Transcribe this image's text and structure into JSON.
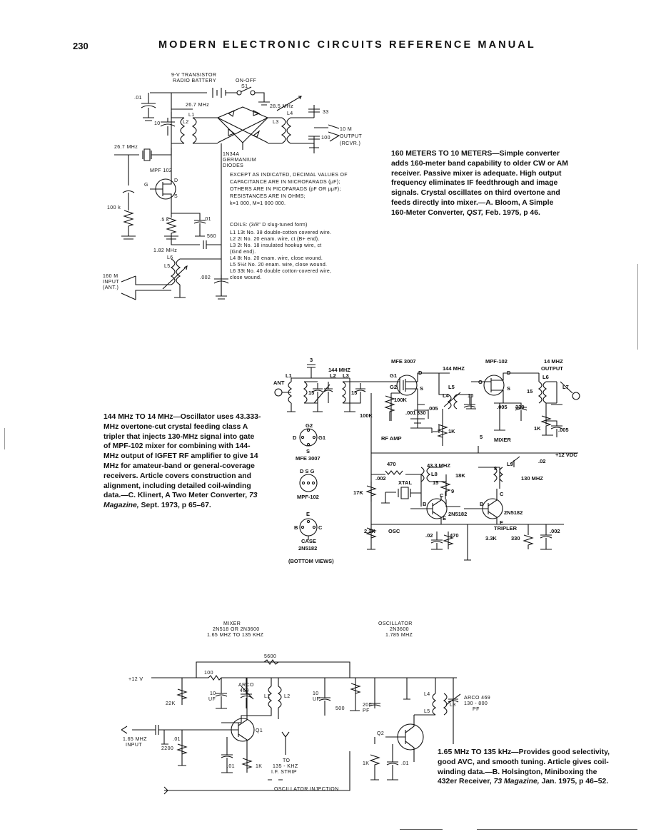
{
  "header": {
    "page_number": "230",
    "book_title": "MODERN ELECTRONIC CIRCUITS REFERENCE MANUAL"
  },
  "captions": {
    "c1": {
      "lead": "160 METERS TO 10 METERS—",
      "body": "Simple converter adds 160-meter band capability to older CW or AM receiver. Passive mixer is adequate. High output frequency eliminates IF feedthrough and image signals. Crystal oscillates on third overtone and feeds directly into mixer.—A. Bloom, A Simple 160-Meter Converter, ",
      "pub": "QST,",
      "tail": " Feb. 1975, p 46."
    },
    "c2": {
      "lead": "144 MHz TO 14 MHz—",
      "body": "Oscillator uses 43.333-MHz overtone-cut crystal feeding class A tripler that injects 130-MHz signal into gate of MPF-102 mixer for combining with 144-MHz output of IGFET RF amplifier to give 14 MHz for amateur-band or general-coverage receivers. Article covers construction and alignment, including detailed coil-winding data.—C. Klinert, A Two Meter Converter, ",
      "pub": "73 Magazine,",
      "tail": " Sept. 1973, p 65–67."
    },
    "c3": {
      "lead": "1.65 MHz TO 135 kHz—",
      "body": "Provides good selectivity, good AVC, and smooth tuning. Article gives coil-winding data.—B. Holsington, Miniboxing the 432er Receiver, ",
      "pub": "73 Magazine,",
      "tail": " Jan. 1975, p 46–52."
    }
  },
  "circuit1": {
    "battery": "9-V TRANSISTOR",
    "battery2": "RADIO BATTERY",
    "switch": "ON-OFF",
    "switch_ref": "S1",
    "f1": "26.7 MHz",
    "f2": "28.5 MHz",
    "f3": "26.7 MHz",
    "f4": "1.82 MHz",
    "c01": ".01",
    "c10": "10",
    "c33": "33",
    "c100": "100",
    "c01b": ".01",
    "c560": "560",
    "c002": ".002",
    "r100k": "100 k",
    "r5k": ".5 k",
    "l1": "L1",
    "l2": "L2",
    "l3": "L3",
    "l4": "L4",
    "l5": "L5",
    "l6": "L6",
    "fet": "MPF 102",
    "g": "G",
    "d": "D",
    "s": "S",
    "out1": "10 M",
    "out2": "OUTPUT",
    "out3": "(RCVR.)",
    "diodes1": "1N34A",
    "diodes2": "GERMANIUM",
    "diodes3": "DIODES",
    "in1": "160 M",
    "in2": "INPUT",
    "in3": "(ANT.)",
    "notes": [
      "EXCEPT AS INDICATED, DECIMAL VALUES OF",
      "CAPACITANCE ARE IN MICROFARADS (μF);",
      "OTHERS ARE IN PICOFARADS (pF OR μμF);",
      "RESISTANCES ARE IN OHMS;",
      "k=1 000, M=1 000 000."
    ],
    "coils_title": "COILS: (3/8\" D slug-tuned form)",
    "coils": [
      "L1  13t No. 38 double-cotton covered wire.",
      "L2   2t No. 20 enam. wire, ct (B+ end).",
      "L3   2t No. 18 insulated hookup wire, ct",
      "       (Gnd end).",
      "L4   8t No. 20 enam. wire, close wound.",
      "L5  5½t No. 20 enam. wire, close wound.",
      "L6  33t No. 40 double cotton-covered wire,",
      "       close wound."
    ]
  },
  "circuit2": {
    "ant": "ANT",
    "c3": "3",
    "f144": "144 MHZ",
    "f144b": "144 MHZ",
    "l1": "L1",
    "l2": "L2",
    "l3": "L3",
    "c15a": "15",
    "c15b": "15",
    "mfe": "MFE 3007",
    "mpf": "MPF-102",
    "g1": "G1",
    "g2": "G2",
    "d": "D",
    "s": "S",
    "l4": "L4",
    "l5": "L5",
    "c10": "10",
    "r100k": "100K",
    "r100k2": "100K",
    "c001": ".001",
    "c330": "330",
    "c005": ".005",
    "rf_amp": "RF AMP",
    "r1k": "1K",
    "g": "G",
    "c15c": "15",
    "l6": "L6",
    "l7": "L7",
    "out1": "14 MHZ",
    "out2": "OUTPUT",
    "c005b": ".005",
    "r330": "330",
    "r1k2": "1K",
    "c005c": ".005",
    "c5": "5",
    "mixer": "MIXER",
    "vdc": "+12 VDC",
    "c02": ".02",
    "l9": "L9",
    "c8": "8",
    "f130": "130 MHZ",
    "r470": "470",
    "f433": "43.3 MHZ",
    "l8": "L8",
    "c002": ".002",
    "r17k": "17K",
    "xtal": "XTAL",
    "c15d": "15",
    "c9": "9",
    "r18k": "18K",
    "b": "B",
    "c": "C",
    "e": "E",
    "q1": "2N5182",
    "q2": "2N5182",
    "r22k": "2.2K",
    "osc": "OSC",
    "c02b": ".02",
    "r470b": "470",
    "tripler": "TRIPLER",
    "r33k": "3.3K",
    "r330b": "330",
    "c002b": ".002",
    "pin_mfe_g2": "G2",
    "pin_mfe_d": "D",
    "pin_mfe_g1": "G1",
    "pin_mfe_s": "S",
    "pin_mfe_name": "MFE 3007",
    "pin_mpf_dsg": "D S G",
    "pin_mpf_name": "MPF-102",
    "pin_2n_e": "E",
    "pin_2n_b": "B",
    "pin_2n_c": "C",
    "pin_2n_case": "CASE",
    "pin_2n_name": "2N5182",
    "bottom": "(BOTTOM  VIEWS)"
  },
  "circuit3": {
    "mixer": "MIXER",
    "mixer2": "2N518 OR 2N3600",
    "mixer3": "1.65 MHZ TO 135 KHZ",
    "osc": "OSCILLATOR",
    "osc2": "2N3600",
    "osc3": "1.785 MHZ",
    "r5600": "5600",
    "v12": "+12 V",
    "r100": "100",
    "arco": "ARCO",
    "arco469": "469",
    "c10uf": "10",
    "uf": "UF",
    "l1": "L1",
    "l2": "L2",
    "c10uf2": "10",
    "uf2": "UF",
    "r500": "500",
    "c200": "200",
    "pf": "PF",
    "l4": "L4",
    "l3": "L3",
    "l5": "L5",
    "arco2": "ARCO 469",
    "arco3": "130 - 800",
    "pf2": "PF",
    "r22k": "22K",
    "in1": "1.65 MHZ",
    "in2": "INPUT",
    "c01": ".01",
    "q1": "Q1",
    "q2": "Q2",
    "to1": "TO",
    "to2": "135 - KHZ",
    "to3": "I.F.  STRIP",
    "r2200": "2200",
    "c01b": ".01",
    "r1k": "1K",
    "r1k2": "1K",
    "c01c": ".01",
    "inj": "OSCILLATOR  INJECTION"
  }
}
